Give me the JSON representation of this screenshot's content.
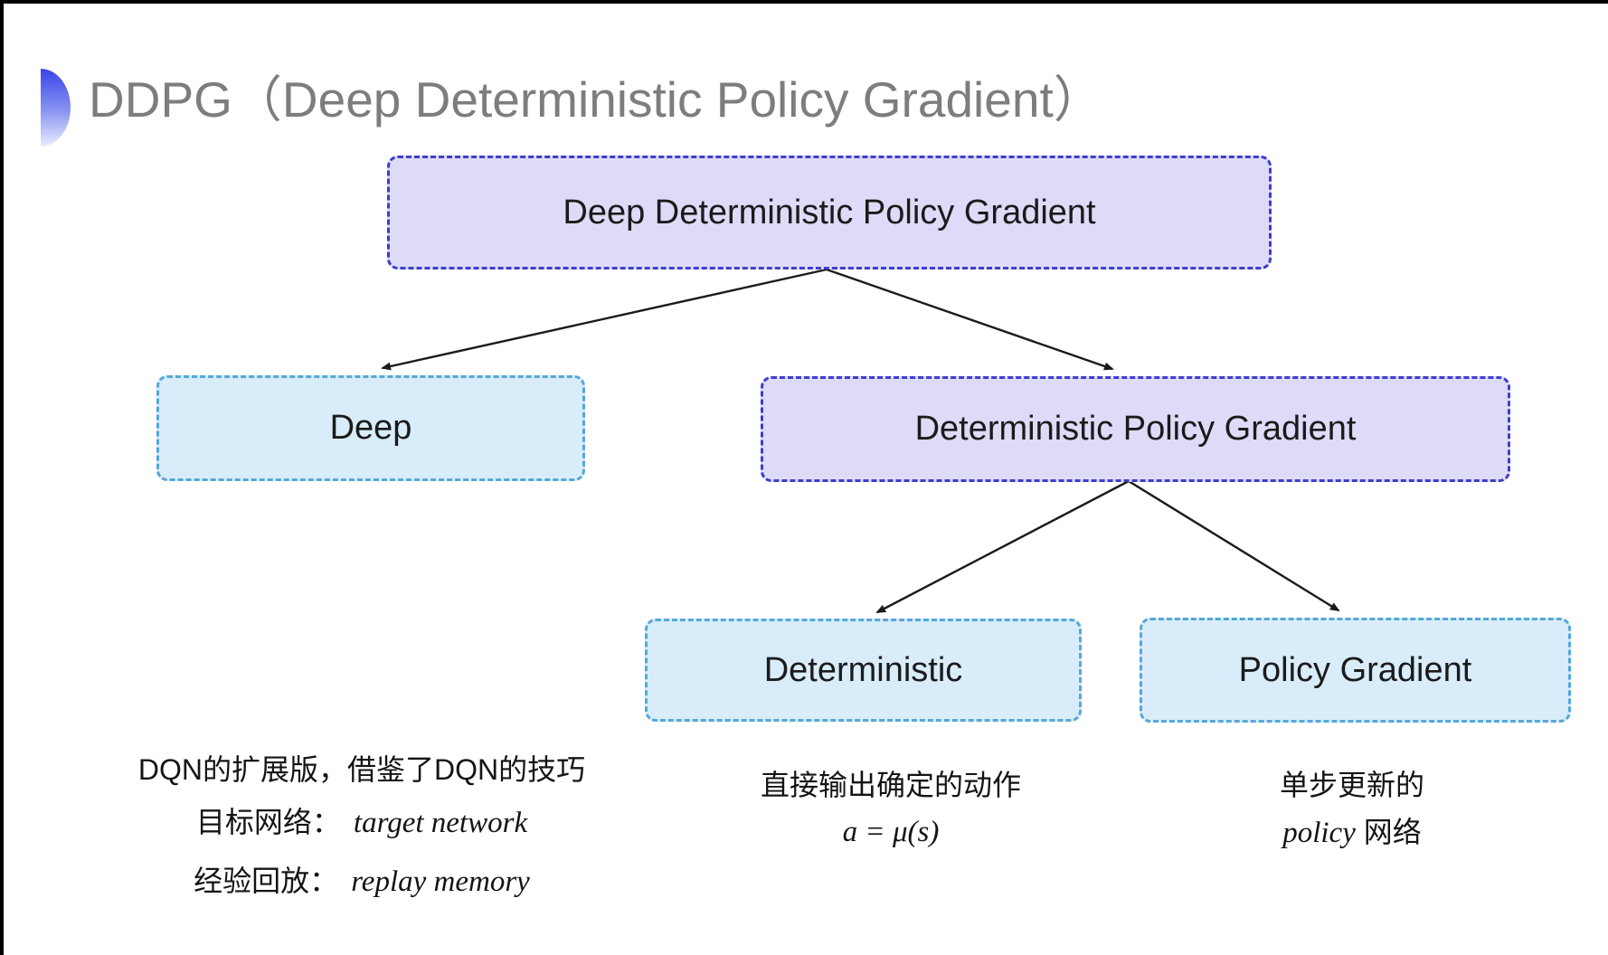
{
  "theme": {
    "purple_fill": "#dedbf8",
    "purple_border": "#3e3ecb",
    "blue_fill": "#d8edf9",
    "blue_border": "#55a7d8",
    "arrow_color": "#1b1b1b",
    "title_color": "#7d7d7d",
    "bullet_top": "#3a43e8"
  },
  "title": {
    "text": "DDPG（Deep Deterministic Policy Gradient）"
  },
  "diagram": {
    "nodes": [
      {
        "id": "root",
        "label": "Deep Deterministic Policy Gradient",
        "style": "purple"
      },
      {
        "id": "deep",
        "label": "Deep",
        "style": "blue"
      },
      {
        "id": "dpg",
        "label": "Deterministic Policy Gradient",
        "style": "purple"
      },
      {
        "id": "det",
        "label": "Deterministic",
        "style": "blue"
      },
      {
        "id": "pg",
        "label": "Policy Gradient",
        "style": "blue"
      }
    ],
    "edges": [
      {
        "from": "root",
        "to": "deep"
      },
      {
        "from": "root",
        "to": "dpg"
      },
      {
        "from": "dpg",
        "to": "det"
      },
      {
        "from": "dpg",
        "to": "pg"
      }
    ]
  },
  "notes": {
    "left": {
      "line1": "DQN的扩展版，借鉴了DQN的技巧",
      "line2_label": "目标网络：",
      "line2_value": "target network",
      "line3_label": "经验回放：",
      "line3_value": "replay memory"
    },
    "middle": {
      "line1": "直接输出确定的动作",
      "formula": "a = μ(s)"
    },
    "right": {
      "line1": "单步更新的",
      "line2_italic": "policy",
      "line2_rest": " 网络"
    }
  }
}
